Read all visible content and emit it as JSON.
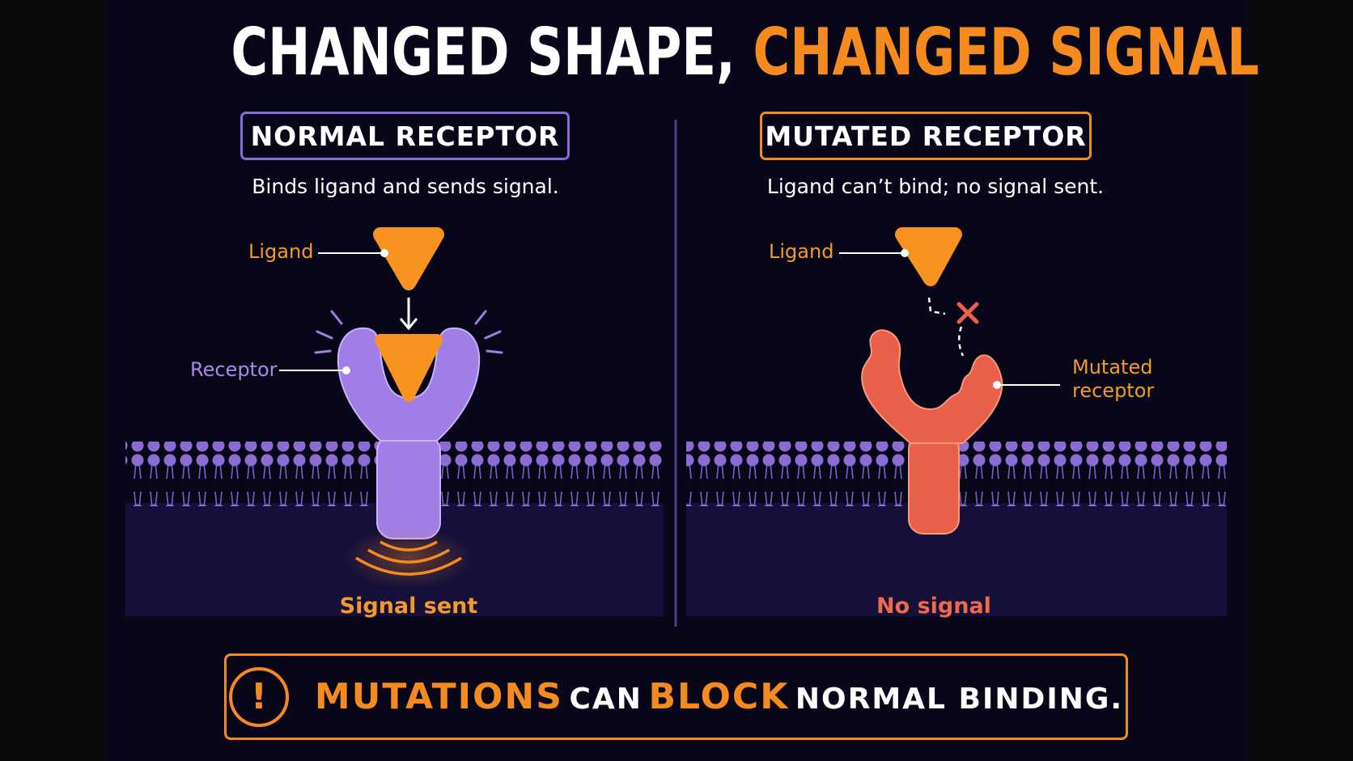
{
  "title": {
    "part1": "CHANGED SHAPE,",
    "part2": "CHANGED SIGNAL"
  },
  "left": {
    "heading": "NORMAL RECEPTOR",
    "subtitle": "Binds ligand and sends signal.",
    "ligand_label": "Ligand",
    "receptor_label": "Receptor",
    "outcome": "Signal sent"
  },
  "right": {
    "heading": "MUTATED RECEPTOR",
    "subtitle": "Ligand can’t bind; no signal sent.",
    "ligand_label": "Ligand",
    "receptor_label_line1": "Mutated",
    "receptor_label_line2": "receptor",
    "outcome": "No signal"
  },
  "banner": {
    "icon": "exclamation-alert-icon",
    "w1": "MUTATIONS",
    "w2": "CAN",
    "w3": "BLOCK",
    "w4": "NORMAL BINDING."
  },
  "colors": {
    "background": "#080719",
    "accent_orange": "#f58a1f",
    "receptor_purple": "#a07ee6",
    "mutated_red": "#e8604a",
    "divider": "#4a3f8a"
  }
}
